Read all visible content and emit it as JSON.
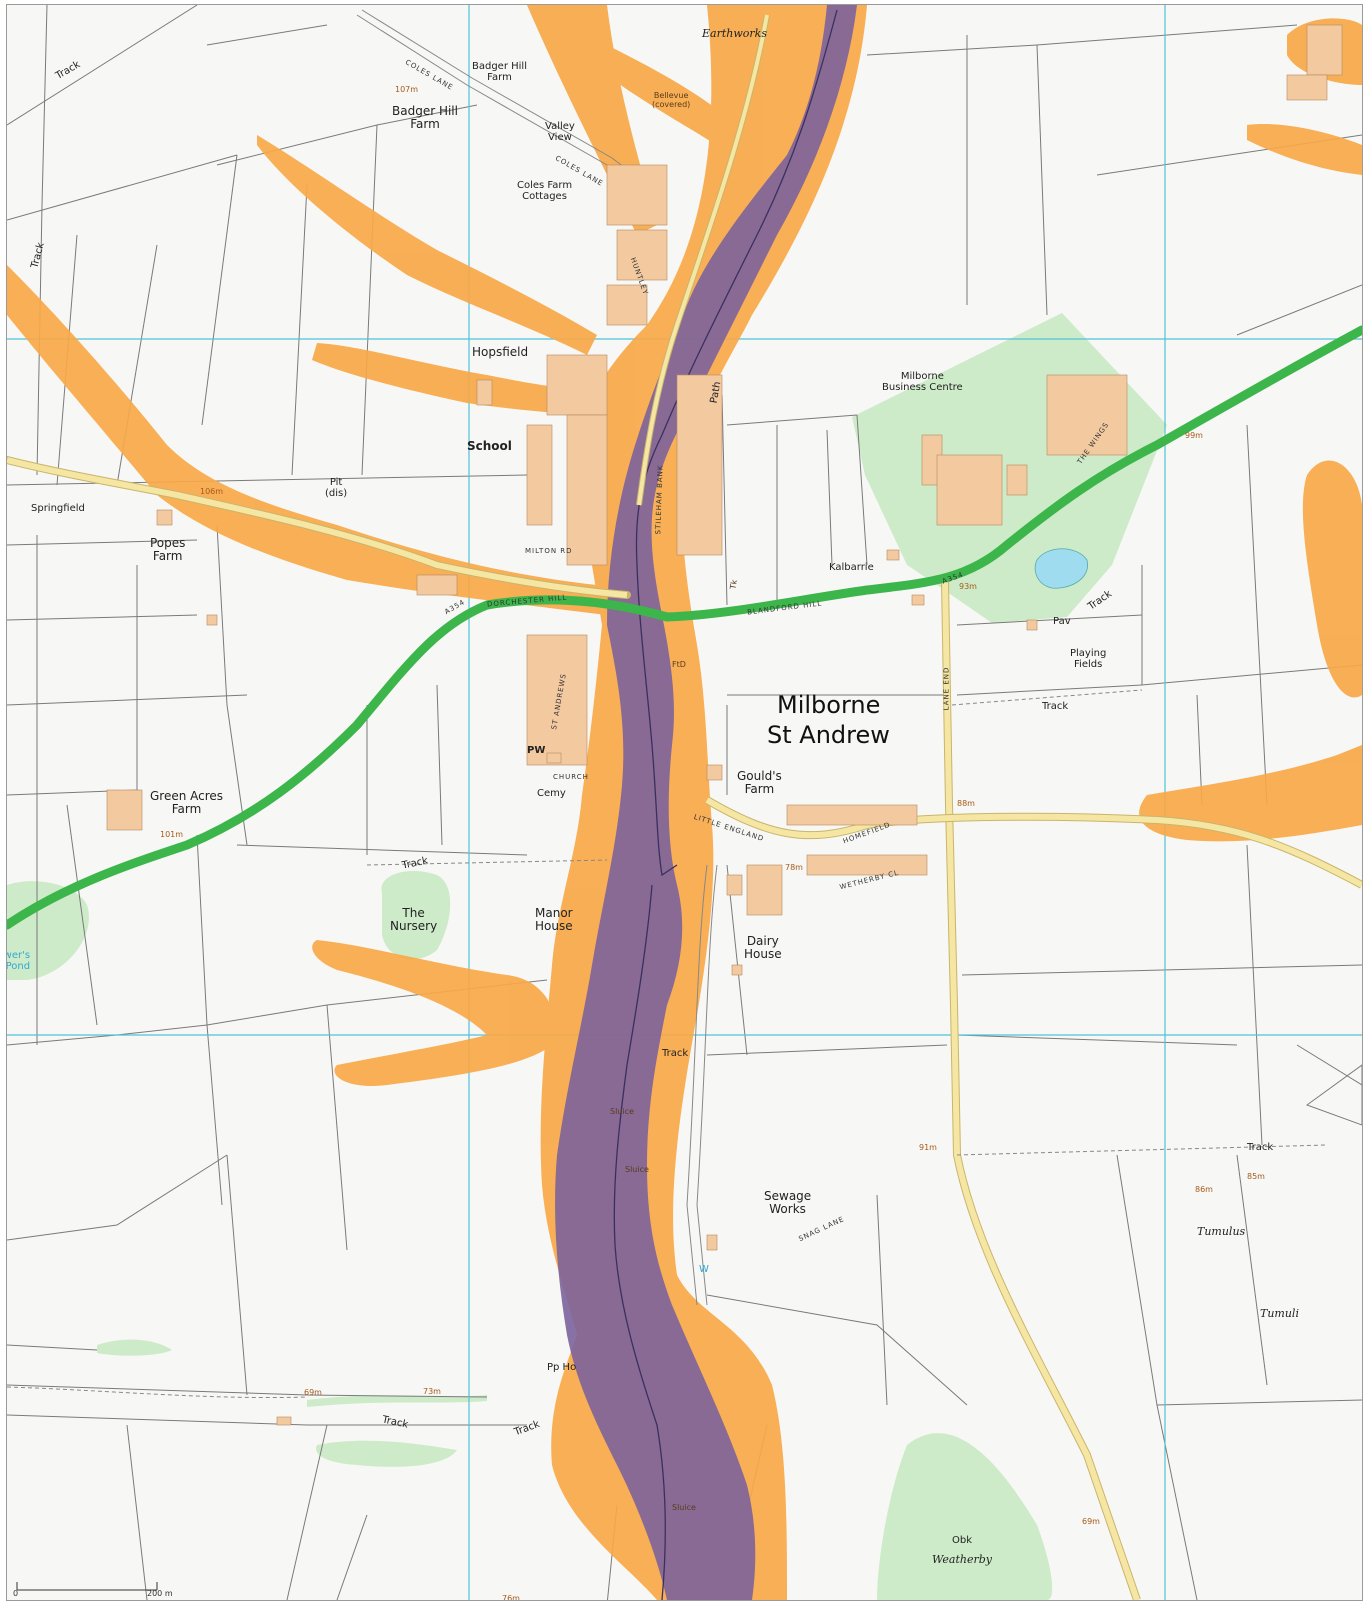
{
  "map": {
    "place_name_line1": "Milborne",
    "place_name_line2": "St Andrew",
    "scale_bar": {
      "start": "0",
      "end": "200 m"
    },
    "labels": {
      "earthworks": "Earthworks",
      "badger_hill_farm_upper": "Badger Hill\nFarm",
      "badger_hill_farm": "Badger Hill\nFarm",
      "valley_view": "Valley\nView",
      "coles_farm_cottages": "Coles Farm\nCottages",
      "bellevue": "Bellevue\n(covered)",
      "hopsfield": "Hopsfield",
      "school": "School",
      "pit": "Pit\n(dis)",
      "springfield": "Springfield",
      "popes_farm": "Popes\nFarm",
      "milton_rd": "MILTON RD",
      "milborne_business_centre": "Milborne\nBusiness Centre",
      "the_wings": "THE WINGS",
      "kalbarrie": "Kalbarrie",
      "pav": "Pav",
      "playing_fields": "Playing\nFields",
      "track_1": "Track",
      "track_2": "Track",
      "track_3": "Track",
      "track_4": "Track",
      "track_5": "Track",
      "track_6": "Track",
      "track_7": "Track",
      "track_8": "Track",
      "track_9": "Track",
      "blandford_hill": "BLANDFORD HILL",
      "a354_a": "A354",
      "a354_b": "A354",
      "lane_end": "LANE END",
      "goulds_farm": "Gould's\nFarm",
      "little_england": "LITTLE ENGLAND",
      "homefield": "HOMEFIELD",
      "wetherby_cl": "WETHERBY CL",
      "church": "CHURCH",
      "pw": "PW",
      "cemy": "Cemy",
      "green_acres_farm": "Green Acres\nFarm",
      "the_nursery": "The\nNursery",
      "manor_house": "Manor\nHouse",
      "dairy_house": "Dairy\nHouse",
      "sewage_works": "Sewage\nWorks",
      "snag_lane": "SNAG LANE",
      "w": "W",
      "tumulus": "Tumulus",
      "tumuli": "Tumuli",
      "pp_ho": "Pp Ho",
      "obk": "Obk",
      "weatherby": "Weatherby",
      "path": "Path",
      "tk": "Tk",
      "flowers_pond": "Flower's\nPond",
      "coles_lane_1": "COLES LANE",
      "coles_lane_2": "COLES LANE",
      "huntley": "HUNTLEY",
      "stileham_bank": "STILEHAM BANK",
      "st_andrews": "ST ANDREWS",
      "dorchester_hill": "DORCHESTER HILL",
      "ftd": "FtD",
      "sluice_1": "Sluice",
      "sluice_2": "Sluice",
      "sluice_3": "Sluice",
      "h_107m": "107m",
      "h_99m": "99m",
      "h_93m": "93m",
      "h_88m": "88m",
      "h_78m": "78m",
      "h_101m": "101m",
      "h_91m": "91m",
      "h_85m": "85m",
      "h_86m": "86m",
      "h_69m": "69m",
      "h_73m": "73m",
      "h_69m_b": "69m",
      "h_76m": "76m",
      "h_106m": "106m"
    }
  },
  "colors": {
    "paper": "#f7f7f5",
    "grid": "#4fc3d9",
    "flood_zone_2": "#f7a848",
    "flood_zone_3": "#7b639c",
    "a_road": "#3cb54a",
    "b_road": "#f5e6a3",
    "green_space": "#cdebc8",
    "building": "#f3c9a0",
    "water": "#9fdcef",
    "field_line": "#7a7a7a"
  }
}
